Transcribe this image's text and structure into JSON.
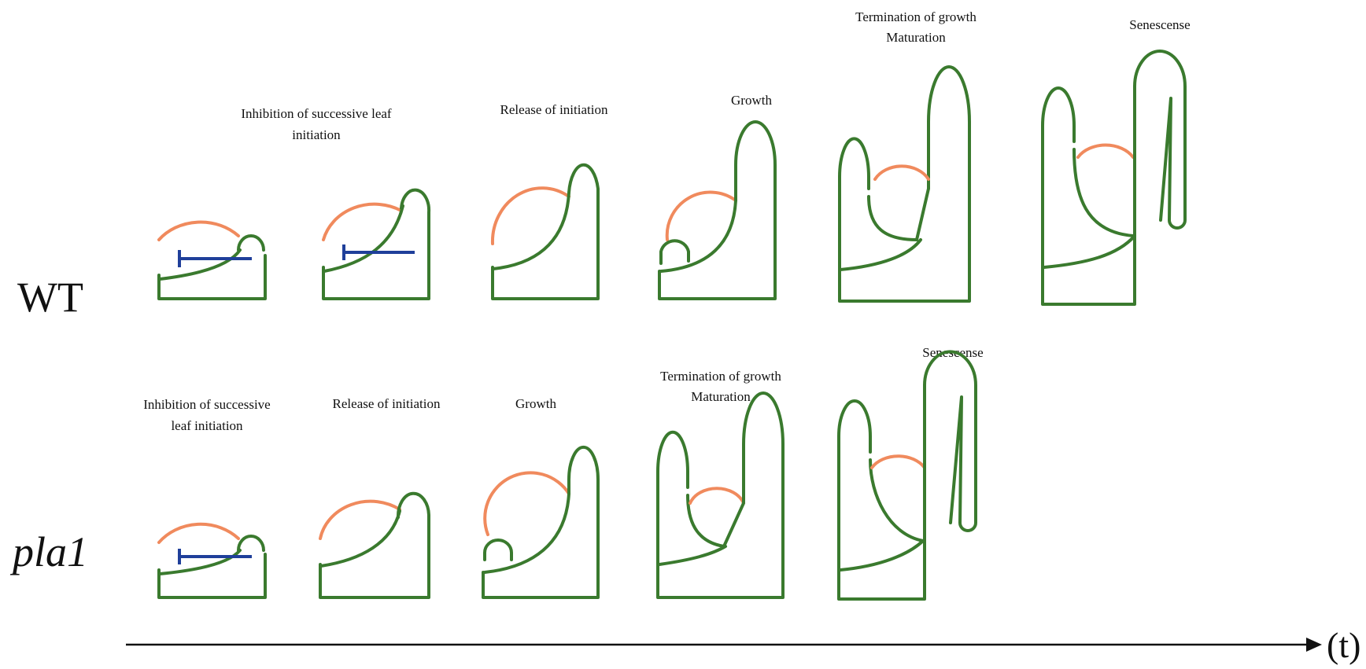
{
  "row_labels": {
    "wt": "WT",
    "pla1": "pla1"
  },
  "axis_label": "(t)",
  "wt_stages": {
    "s1": [
      "Inhibition of successive leaf",
      "initiation"
    ],
    "s2": [
      "Release of initiation"
    ],
    "s3": [
      "Growth"
    ],
    "s4": [
      "Termination of growth",
      "Maturation"
    ],
    "s5": [
      "Senescense"
    ]
  },
  "pla1_stages": {
    "s1": [
      "Inhibition of successive",
      "leaf initiation"
    ],
    "s2": [
      "Release of initiation"
    ],
    "s3": [
      "Growth"
    ],
    "s4": [
      "Termination of growth",
      "Maturation"
    ],
    "s5": [
      "Senescense"
    ]
  },
  "colors": {
    "green_leaf": "#3a7a2e",
    "orange_meristem": "#f08a5d",
    "blue_inhibition": "#1f3f9a"
  }
}
